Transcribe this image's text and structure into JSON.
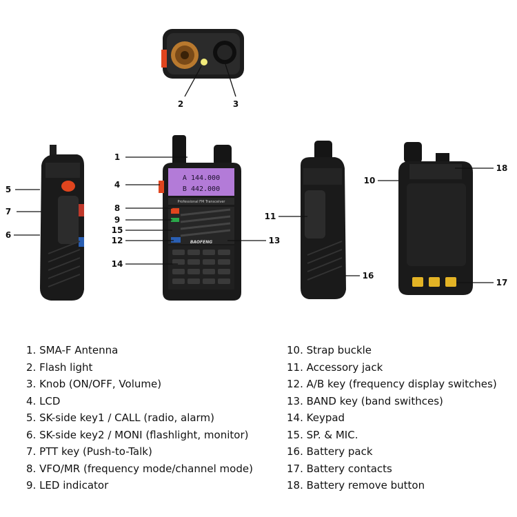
{
  "callouts": {
    "n1": "1",
    "n2": "2",
    "n3": "3",
    "n4": "4",
    "n5": "5",
    "n6": "6",
    "n7": "7",
    "n8": "8",
    "n9": "9",
    "n10": "10",
    "n11": "11",
    "n12": "12",
    "n13": "13",
    "n14": "14",
    "n15": "15",
    "n16": "16",
    "n17": "17",
    "n18": "18"
  },
  "screen": {
    "line1": "A 144.000",
    "line2": "B 442.000",
    "model": "Professional FM Transceiver",
    "brand": "BAOFENG"
  },
  "legend": {
    "left": [
      "1. SMA-F Antenna",
      "2. Flash light",
      "3. Knob (ON/OFF, Volume)",
      "4. LCD",
      "5. SK-side key1 / CALL (radio, alarm)",
      "6. SK-side key2 / MONI (flashlight, monitor)",
      "7. PTT key (Push-to-Talk)",
      "8. VFO/MR (frequency mode/channel mode)",
      "9. LED indicator"
    ],
    "right": [
      "10. Strap buckle",
      "11. Accessory jack",
      "12. A/B key (frequency display switches)",
      "13. BAND key (band swithces)",
      "14. Keypad",
      "15. SP. & MIC.",
      "16. Battery pack",
      "17. Battery contacts",
      "18. Battery remove button"
    ]
  },
  "colors": {
    "body": "#1a1a1a",
    "lcd": "#b37bd8",
    "orange_key": "#e0451e",
    "blue_key": "#2a5fb3"
  }
}
